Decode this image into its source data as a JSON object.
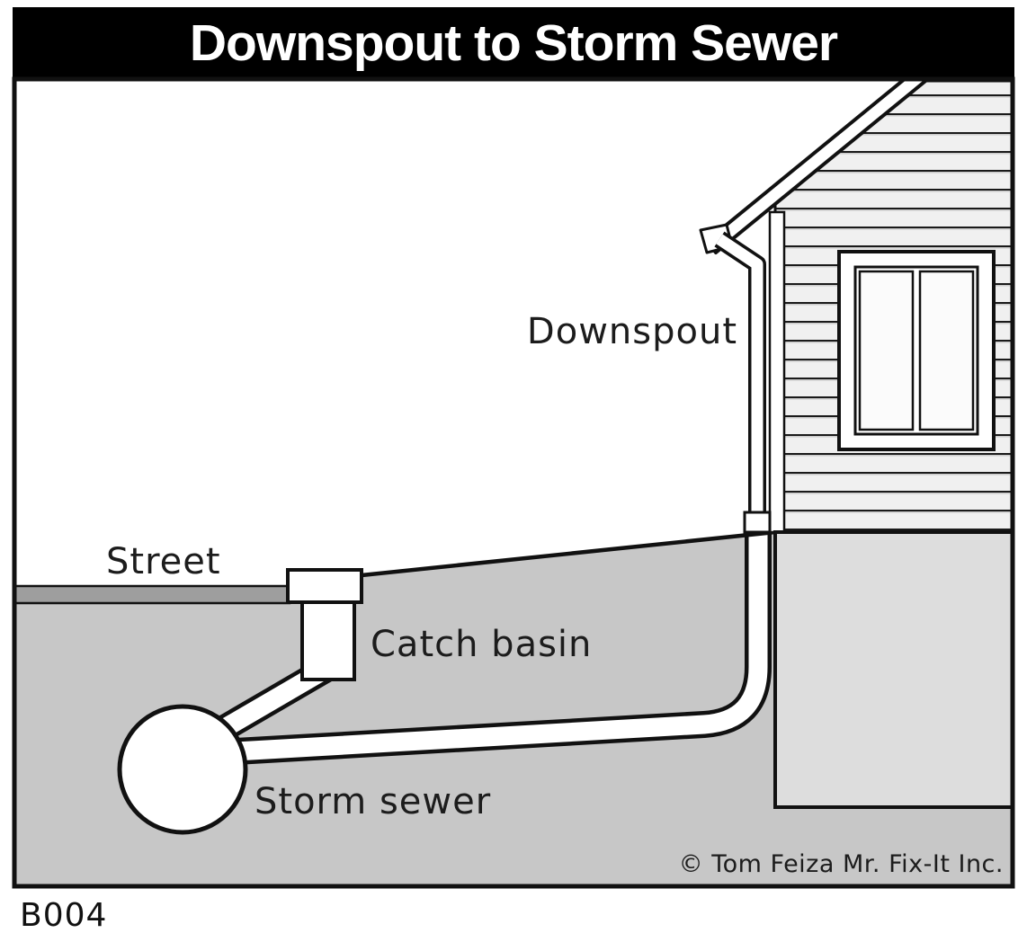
{
  "title": "Downspout to Storm Sewer",
  "figure_code": "B004",
  "credit": "© Tom Feiza Mr. Fix-It Inc.",
  "labels": {
    "downspout": "Downspout",
    "street": "Street",
    "catch_basin": "Catch basin",
    "storm_sewer": "Storm sewer"
  },
  "colors": {
    "title_bg": "#000000",
    "title_text": "#ffffff",
    "line": "#111111",
    "ground": "#c7c7c7",
    "street": "#9e9e9e",
    "siding": "#f0f0f0",
    "siding_shadow": "#c9c9c9",
    "foundation": "#dddddd",
    "pipe_fill": "#ffffff"
  }
}
